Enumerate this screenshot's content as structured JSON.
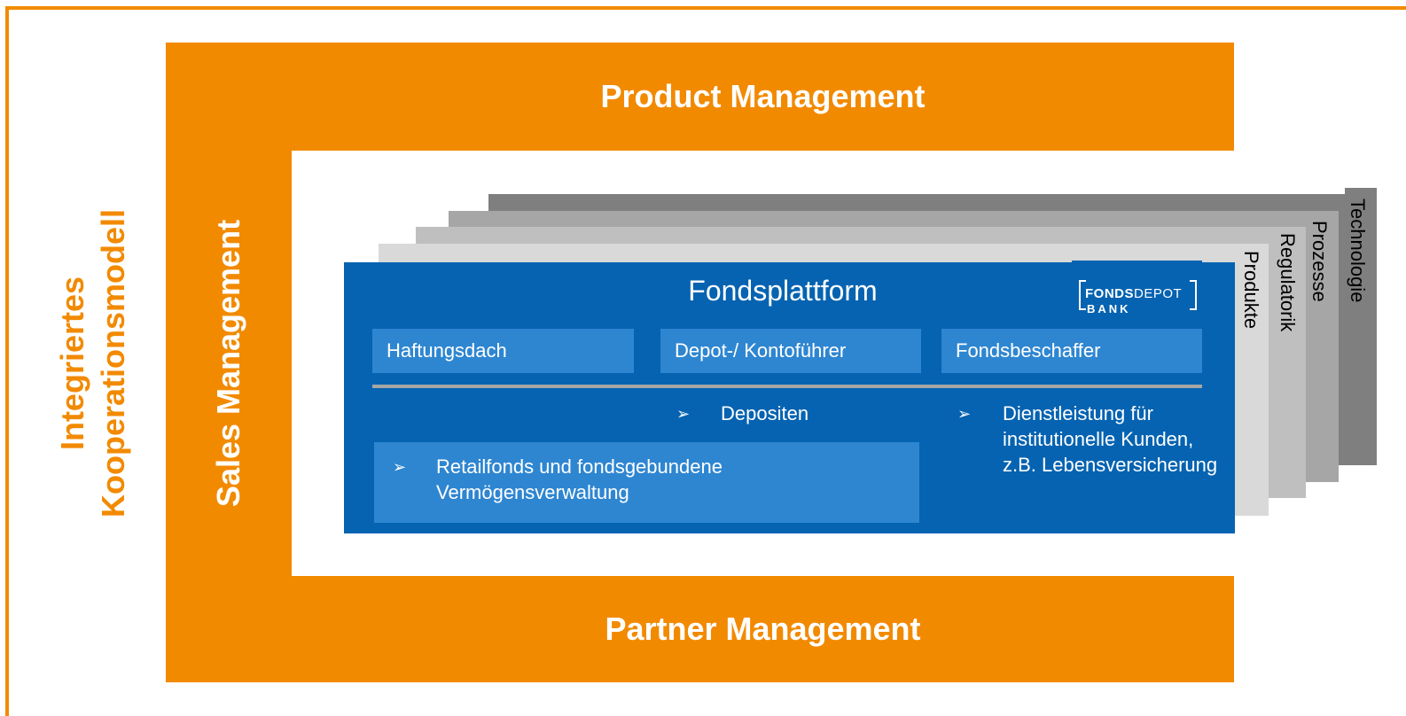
{
  "side_title": {
    "line1": "Integriertes",
    "line2": "Kooperationsmodell"
  },
  "frame": {
    "top": "Product Management",
    "left": "Sales Management",
    "bottom": "Partner Management"
  },
  "layers": [
    "Technologie",
    "Prozesse",
    "Regulatorik",
    "Produkte"
  ],
  "platform": {
    "title": "Fondsplattform",
    "logo": {
      "part1": "FONDS",
      "part2": "DEPOT",
      "part3": "BANK"
    },
    "pillars": [
      "Haftungsdach",
      "Depot-/ Kontoführer",
      "Fondsbeschaffer"
    ],
    "bullets": {
      "depositen": "Depositen",
      "dienstleistung": "Dienstleistung für institutionelle Kunden, z.B. Lebensversicherung",
      "retail": "Retailfonds und fondsgebundene Vermögensverwaltung"
    },
    "bullet_glyph": "➢"
  },
  "colors": {
    "orange": "#f28a00",
    "blue": "#0563b1",
    "light_blue": "#2e86d1"
  }
}
